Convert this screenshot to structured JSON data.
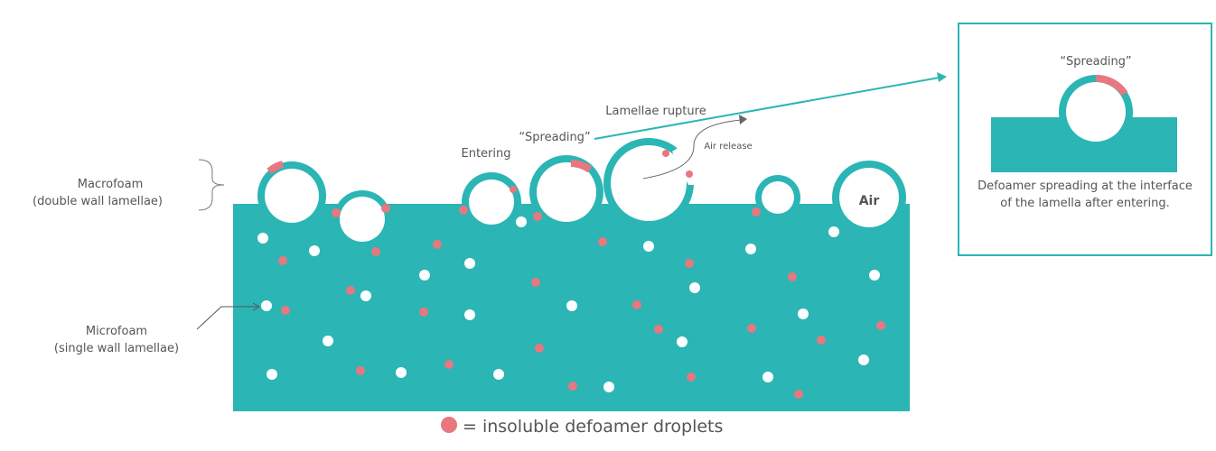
{
  "labels": {
    "macrofoam_line1": "Macrofoam",
    "macrofoam_line2": "(double wall lamellae)",
    "microfoam_line1": "Microfoam",
    "microfoam_line2": "(single wall lamellae)",
    "entering": "Entering",
    "spreading": "“Spreading”",
    "lamellae_rupture": "Lamellae rupture",
    "air_release": "Air release",
    "air": "Air",
    "legend_text": "= insoluble defoamer droplets"
  },
  "inset": {
    "title": "“Spreading”",
    "caption_line1": "Defoamer spreading at the interface",
    "caption_line2": "of the lamella after entering."
  },
  "colors": {
    "liquid": "#2bb5b5",
    "defoamer": "#e8777f",
    "microbubble": "#ffffff",
    "text": "#555555",
    "arrow": "#666666"
  }
}
